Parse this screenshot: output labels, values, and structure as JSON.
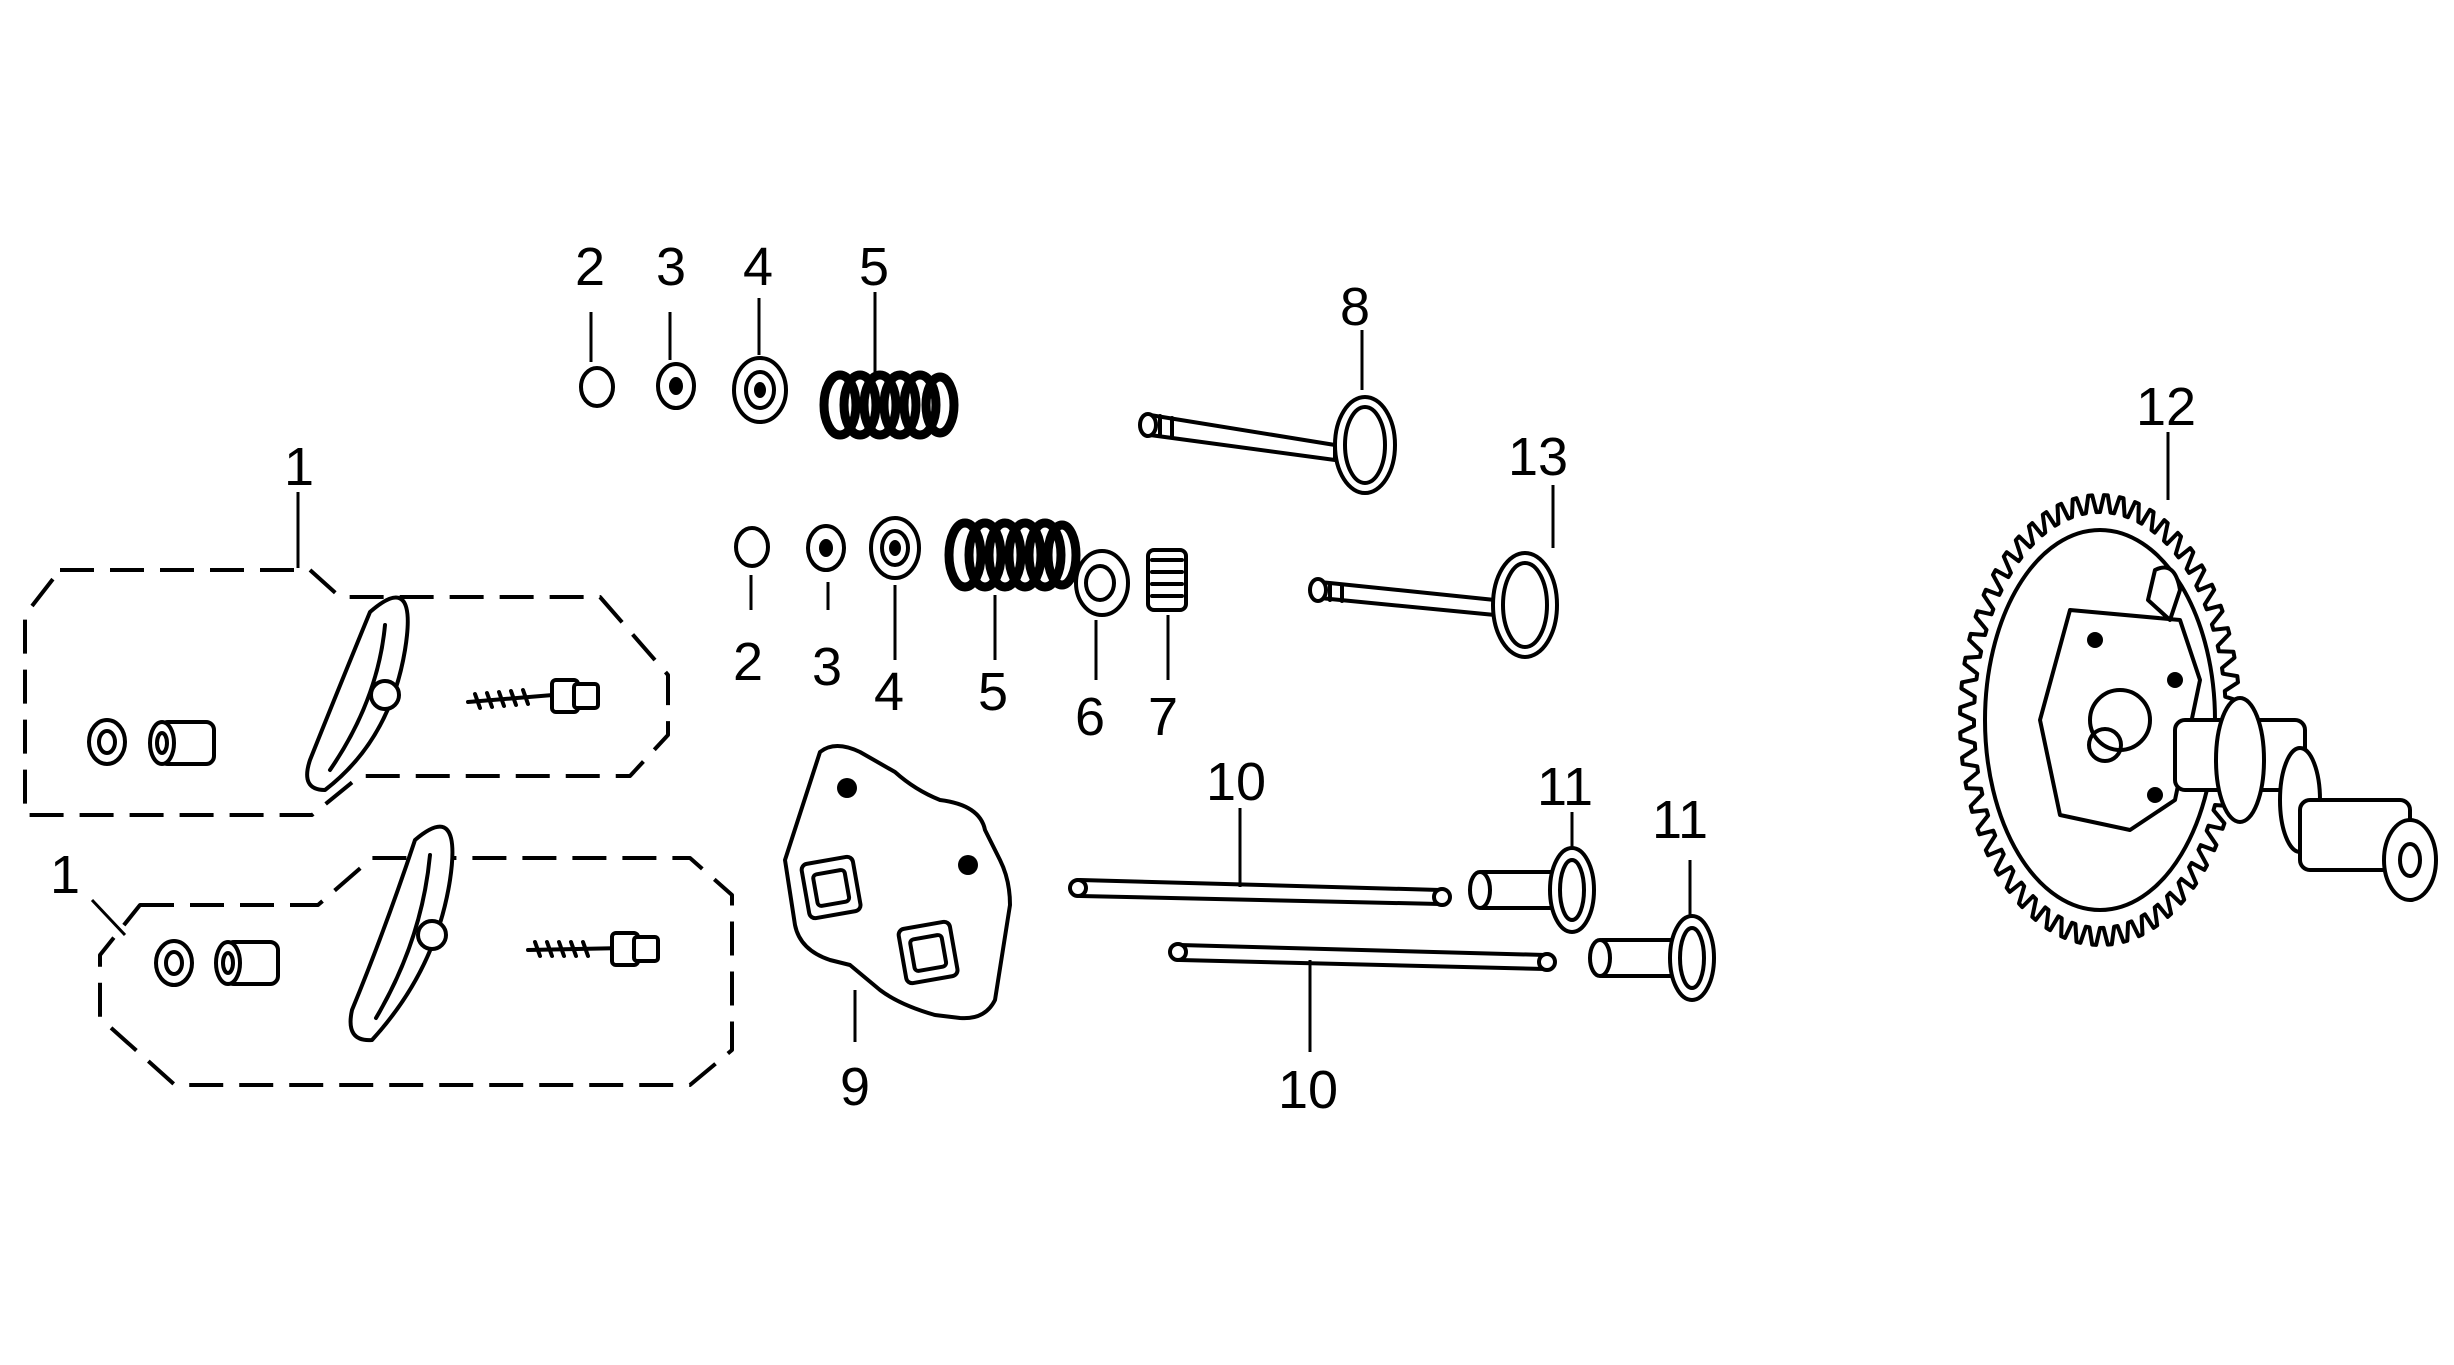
{
  "callouts": {
    "c1a": "1",
    "c1b": "1",
    "c2a": "2",
    "c2b": "2",
    "c3a": "3",
    "c3b": "3",
    "c4a": "4",
    "c4b": "4",
    "c5a": "5",
    "c5b": "5",
    "c6": "6",
    "c7": "7",
    "c8": "8",
    "c9": "9",
    "c10a": "10",
    "c10b": "10",
    "c11a": "11",
    "c11b": "11",
    "c12": "12",
    "c13": "13"
  }
}
